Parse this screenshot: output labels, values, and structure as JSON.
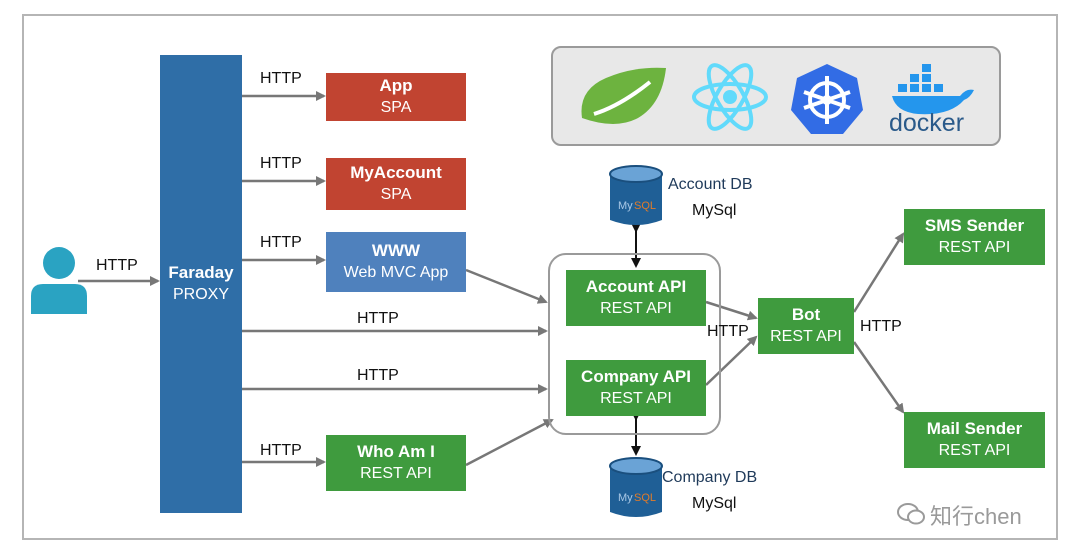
{
  "user": {
    "icon": "user-icon",
    "arrow_label": "HTTP"
  },
  "proxy": {
    "title": "Faraday",
    "subtitle": "PROXY"
  },
  "frontends": [
    {
      "title": "App",
      "subtitle": "SPA",
      "arrow_label": "HTTP",
      "color": "#c14431"
    },
    {
      "title": "MyAccount",
      "subtitle": "SPA",
      "arrow_label": "HTTP",
      "color": "#c14431"
    },
    {
      "title": "WWW",
      "subtitle": "Web MVC App",
      "arrow_label": "HTTP",
      "color": "#4f81bd"
    }
  ],
  "direct_routes": [
    {
      "label": "HTTP"
    },
    {
      "label": "HTTP"
    }
  ],
  "whoami": {
    "title": "Who Am I",
    "subtitle": "REST API",
    "arrow_label": "HTTP",
    "color": "#3f9b3e"
  },
  "apis": [
    {
      "title": "Account API",
      "subtitle": "REST API"
    },
    {
      "title": "Company API",
      "subtitle": "REST API"
    }
  ],
  "databases": [
    {
      "name": "Account DB",
      "engine": "MySql",
      "icon": "mysql-cylinder-icon"
    },
    {
      "name": "Company DB",
      "engine": "MySql",
      "icon": "mysql-cylinder-icon"
    }
  ],
  "bot": {
    "title": "Bot",
    "subtitle": "REST API",
    "in_label": "HTTP",
    "out_label": "HTTP"
  },
  "senders": [
    {
      "title": "SMS Sender",
      "subtitle": "REST API"
    },
    {
      "title": "Mail Sender",
      "subtitle": "REST API"
    }
  ],
  "tech_stack": {
    "icons": [
      "spring-leaf-icon",
      "react-atom-icon",
      "kubernetes-helm-icon",
      "docker-whale-icon"
    ],
    "docker_label": "docker"
  },
  "watermark": {
    "icon": "wechat-icon",
    "text": "知行chen"
  },
  "colors": {
    "proxy": "#2f6ea7",
    "frontend_red": "#c14431",
    "www_blue": "#4f81bd",
    "api_green": "#3f9b3e",
    "user_teal": "#2aa3c2",
    "spring_green": "#6db33f",
    "react_blue": "#61dafb",
    "k8s_blue": "#326ce5",
    "docker_blue": "#2496ed"
  }
}
